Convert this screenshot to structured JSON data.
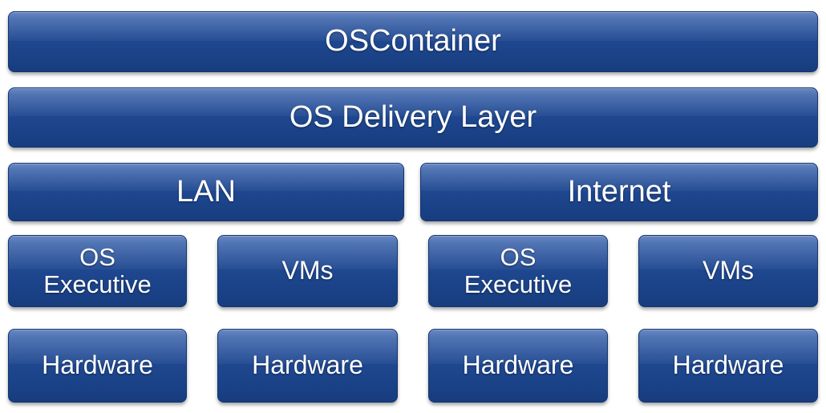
{
  "layers": {
    "top": "OSContainer",
    "delivery": "OS Delivery Layer",
    "network": [
      "LAN",
      "Internet"
    ],
    "software": [
      {
        "line1": "OS",
        "line2": "Executive"
      },
      {
        "label": "VMs"
      },
      {
        "line1": "OS",
        "line2": "Executive"
      },
      {
        "label": "VMs"
      }
    ],
    "hardware": [
      "Hardware",
      "Hardware",
      "Hardware",
      "Hardware"
    ]
  },
  "colors": {
    "block_fill": "#1f4891",
    "block_text": "#ffffff"
  }
}
